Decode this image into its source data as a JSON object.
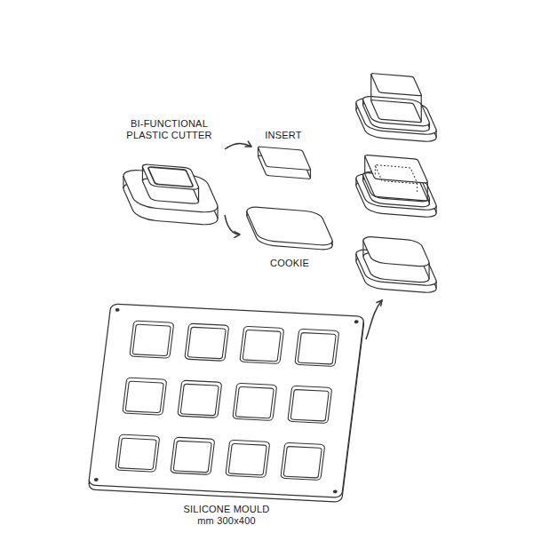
{
  "diagram": {
    "nodes": [
      {
        "text": [
          "BI-FUNCTIONAL PLASTIC CUTTER"
        ]
      },
      {
        "text": [
          "INSERT"
        ]
      },
      {
        "text": [
          "COOKIE"
        ]
      },
      {
        "text": [
          "SILICONE MOULD",
          "mm 300x400"
        ]
      }
    ],
    "edges": [
      {
        "from": 0,
        "to": 1,
        "arrow": "to"
      },
      {
        "from": 0,
        "to": 2,
        "arrow": "to"
      }
    ]
  }
}
